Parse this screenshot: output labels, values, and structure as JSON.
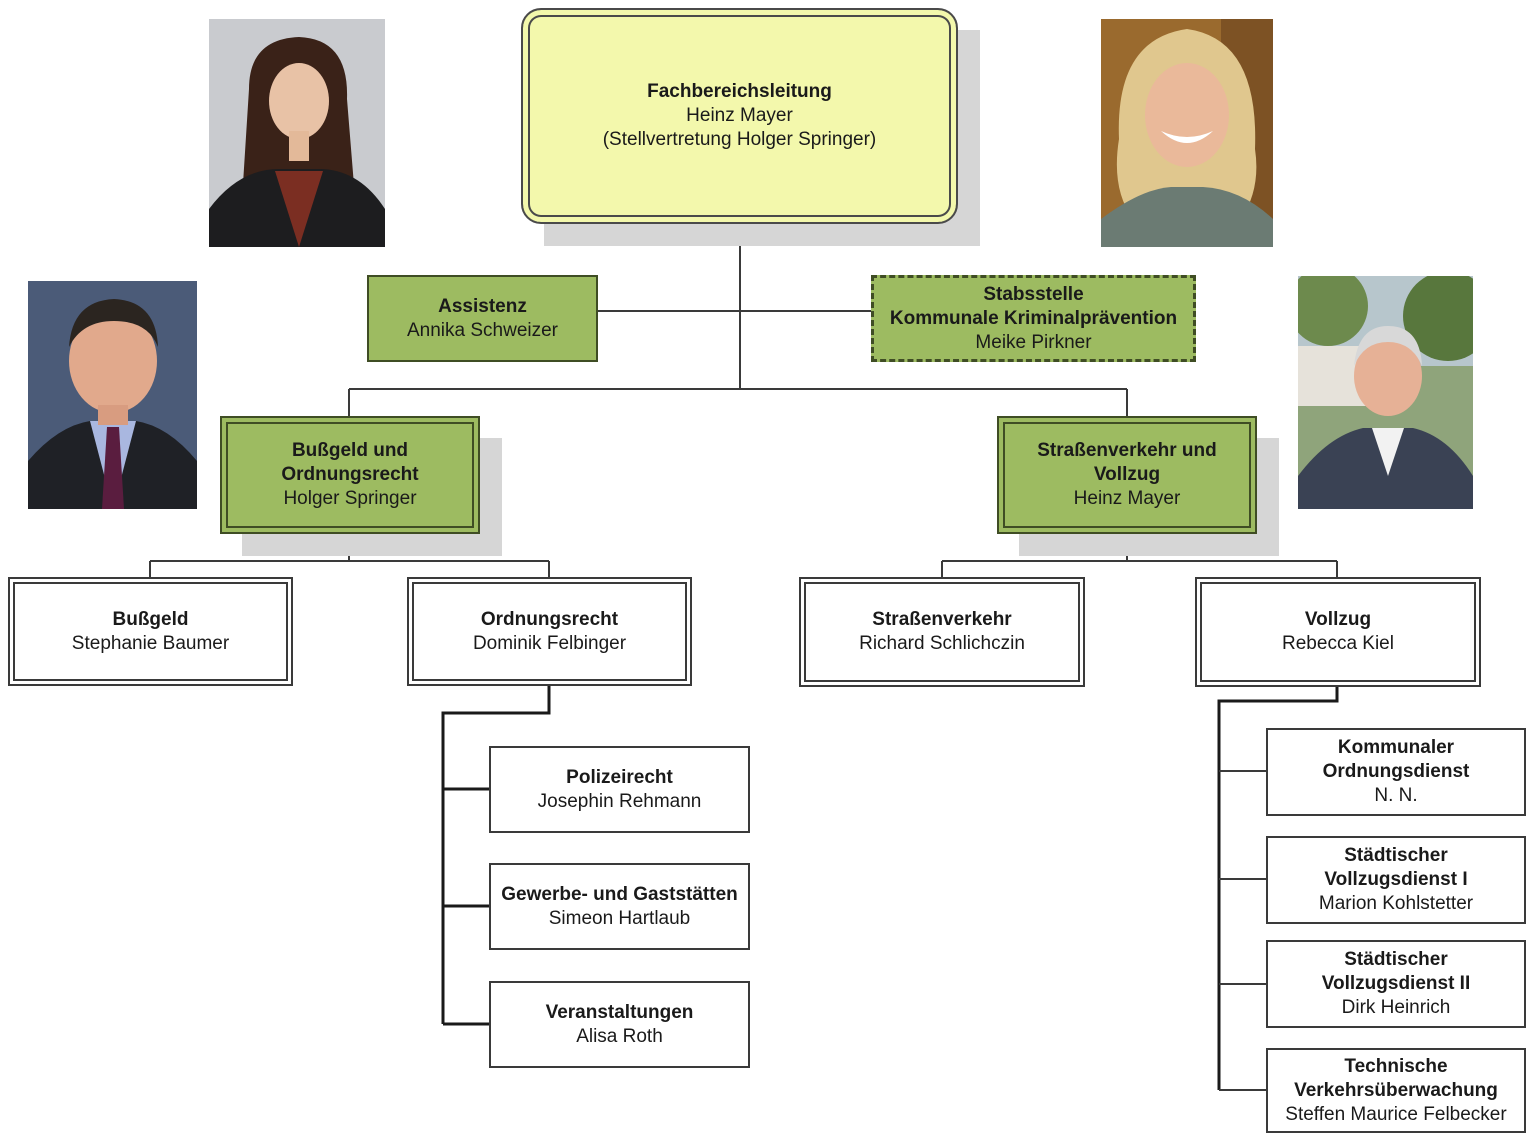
{
  "org": {
    "head": {
      "title": "Fachbereichsleitung",
      "name": "Heinz Mayer",
      "deputy": "(Stellvertretung Holger Springer)"
    },
    "assistenz": {
      "title": "Assistenz",
      "name": "Annika Schweizer"
    },
    "stab": {
      "title": "Stabsstelle\nKommunale Kriminalprävention",
      "name": "Meike Pirkner"
    },
    "dept_left": {
      "title": "Bußgeld und\nOrdnungsrecht",
      "name": "Holger Springer"
    },
    "dept_right": {
      "title": "Straßenverkehr und\nVollzug",
      "name": "Heinz Mayer"
    },
    "bussgeld": {
      "title": "Bußgeld",
      "name": "Stephanie Baumer"
    },
    "ordnungsrecht": {
      "title": "Ordnungsrecht",
      "name": "Dominik Felbinger"
    },
    "strassenverkehr": {
      "title": "Straßenverkehr",
      "name": "Richard Schlichczin"
    },
    "vollzug": {
      "title": "Vollzug",
      "name": "Rebecca Kiel"
    },
    "polizeirecht": {
      "title": "Polizeirecht",
      "name": "Josephin Rehmann"
    },
    "gewerbe": {
      "title": "Gewerbe- und Gaststätten",
      "name": "Simeon Hartlaub"
    },
    "veranstaltungen": {
      "title": "Veranstaltungen",
      "name": "Alisa Roth"
    },
    "kod": {
      "title": "Kommunaler\nOrdnungsdienst",
      "name": "N. N."
    },
    "vd1": {
      "title": "Städtischer\nVollzugsdienst I",
      "name": "Marion Kohlstetter"
    },
    "vd2": {
      "title": "Städtischer\nVollzugsdienst II",
      "name": "Dirk Heinrich"
    },
    "tech": {
      "title": "Technische\nVerkehrsüberwachung",
      "name": "Steffen Maurice Felbecker"
    }
  },
  "photos": [
    {
      "id": "assistenz",
      "icon": "portrait-woman-dark-hair"
    },
    {
      "id": "head",
      "icon": "portrait-man-suit"
    },
    {
      "id": "stab",
      "icon": "portrait-woman-blonde"
    },
    {
      "id": "vollzug-lead",
      "icon": "portrait-man-outdoor"
    }
  ],
  "colors": {
    "head_fill": "#f3f8ac",
    "green_fill": "#9dbb61",
    "line": "#3a3a3a"
  }
}
